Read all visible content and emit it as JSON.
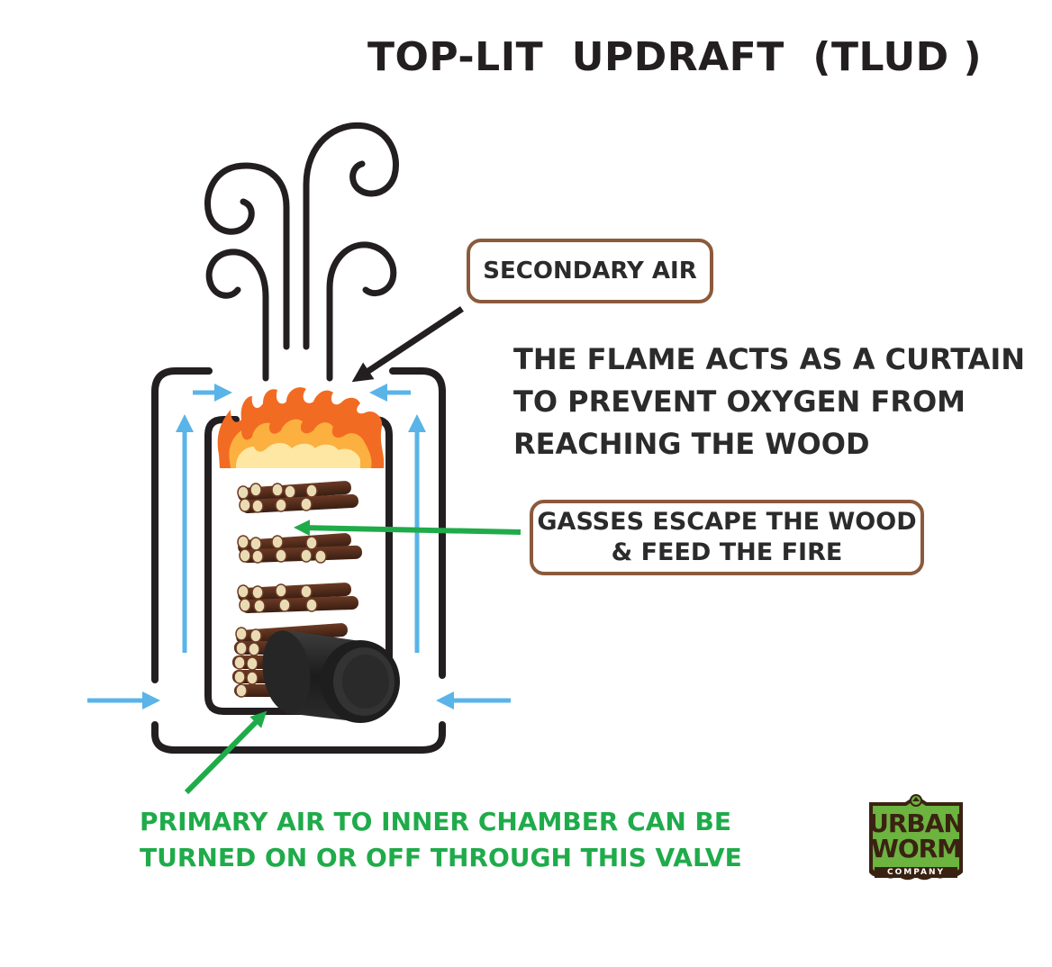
{
  "title": "TOP-LIT  UPDRAFT  (TLUD )",
  "labels": {
    "secondary_air": "SECONDARY AIR",
    "flame_curtain": "THE FLAME ACTS AS A CURTAIN TO PREVENT OXYGEN FROM REACHING THE WOOD",
    "gasses_line1": "GASSES ESCAPE THE WOOD",
    "gasses_line2": "& FEED THE FIRE",
    "primary_air": "PRIMARY AIR TO INNER CHAMBER CAN BE TURNED ON OR OFF THROUGH THIS VALVE"
  },
  "logo": {
    "line1": "URBAN",
    "line2": "WORM",
    "line3": "COMPANY",
    "icon": "recycle-worm-icon"
  },
  "colors": {
    "air_arrow": "#5ab4e8",
    "green_arrow": "#1fab4a",
    "label_border": "#8b5a3c",
    "stove": "#231f20",
    "logo_green": "#6cb33f",
    "logo_brown": "#3a2212"
  }
}
